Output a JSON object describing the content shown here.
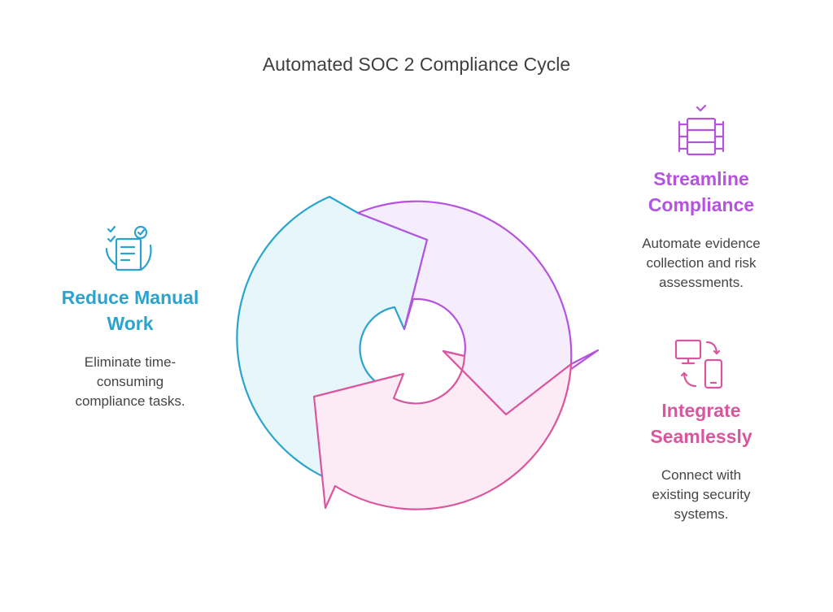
{
  "title": "Automated SOC 2 Compliance Cycle",
  "colors": {
    "blue": "#2aa4cf",
    "blue_fill": "#e6f6fb",
    "purple": "#b553de",
    "purple_fill": "#f5ecfc",
    "pink": "#d9569e",
    "pink_fill": "#fceaf4"
  },
  "blocks": {
    "reduce": {
      "icon": "checklist-document-icon",
      "heading_lines": [
        "Reduce Manual",
        "Work"
      ],
      "desc_lines": [
        "Eliminate time-",
        "consuming",
        "compliance tasks."
      ]
    },
    "streamline": {
      "icon": "server-rack-check-icon",
      "heading_lines": [
        "Streamline",
        "Compliance"
      ],
      "desc_lines": [
        "Automate evidence",
        "collection and risk",
        "assessments."
      ]
    },
    "integrate": {
      "icon": "device-sync-icon",
      "heading_lines": [
        "Integrate",
        "Seamlessly"
      ],
      "desc_lines": [
        "Connect with",
        "existing security",
        "systems."
      ]
    }
  }
}
